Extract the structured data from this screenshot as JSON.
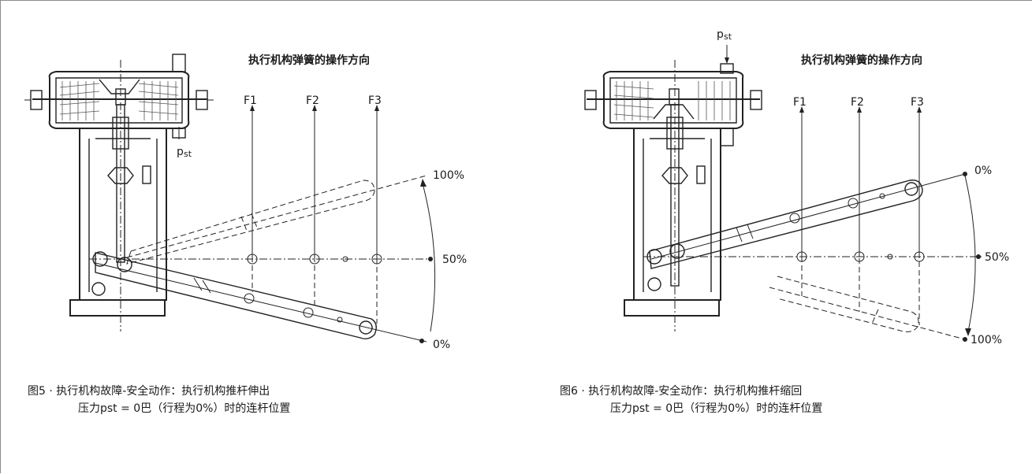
{
  "figure_left": {
    "title": "执行机构弹簧的操作方向",
    "force_labels": [
      "F1",
      "F2",
      "F3"
    ],
    "pressure_label": "p",
    "pressure_sub": "st",
    "percent_labels": {
      "top": "100%",
      "middle": "50%",
      "bottom": "0%"
    },
    "caption_line1": "图5 · 执行机构故障-安全动作：执行机构推杆伸出",
    "caption_line2": "压力pst = 0巴（行程为0%）时的连杆位置"
  },
  "figure_right": {
    "title": "执行机构弹簧的操作方向",
    "force_labels": [
      "F1",
      "F2",
      "F3"
    ],
    "pressure_label": "p",
    "pressure_sub": "st",
    "percent_labels": {
      "top": "0%",
      "middle": "50%",
      "bottom": "100%"
    },
    "caption_line1": "图6 · 执行机构故障-安全动作：执行机构推杆缩回",
    "caption_line2": "压力pst = 0巴（行程为0%）时的连杆位置"
  }
}
